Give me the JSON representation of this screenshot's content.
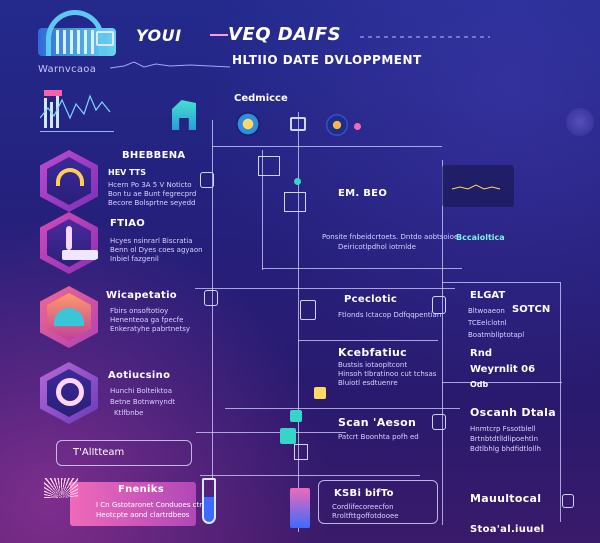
{
  "header": {
    "brand_left": "YOUI",
    "brand_right": "VEQ DAIFS",
    "subtitle": "HLTIIO DATE DVLOPPMENT",
    "wave_text": "Warnvcaoa"
  },
  "center_top": {
    "label": "Cedmicce"
  },
  "left_items": [
    {
      "title": "BHEBBENA",
      "lines": [
        "HEV TTS",
        "Hcern Po 3A 5 V Noticto",
        "Bon tu ae Bunt fegrecprd",
        "Becore Bolsprtne seyedd"
      ]
    },
    {
      "title": "FTIAO",
      "lines": [
        "Hcyes nsinrarl Biscratia",
        "Benn ol Dyes coes agyaon",
        "Inbiel fazgenil"
      ]
    },
    {
      "title": "Wicapetatio",
      "lines": [
        "Fbirs onsoftotioy",
        "Henenteoa ga fpecfe",
        "Enkeratyhe pabrtnetsy"
      ]
    },
    {
      "title": "Aotiucsino",
      "lines": [
        "Hunchi Bolteiktoa",
        "Betne Botnwnyndt",
        "Ktlfbnbe"
      ]
    }
  ],
  "left_button": "T'AlItteam",
  "bottom_left": {
    "title": "Fneniks",
    "lines": [
      "I Cn Gstotaronet Conduoes ctrn",
      "Heotcpte aond clartrdbeos"
    ]
  },
  "center": {
    "em_label": "EM. BEO",
    "row1": "Ponsite fnbeidcrtoets. Dntdo aobtsoioe",
    "row1b": "Deiricotlpdhol iotrnlde",
    "tag_teal": "Bccaioltica",
    "proto_title": "Pceclotic",
    "proto_line": "Ftlonds Ictacop Ddfqqpentian",
    "kc_title": "Kcebfatiuc",
    "kc_lines": [
      "Bustsis iotaopltcont",
      "Hinsoh tIbratinoo cut tchsas",
      "Bluiotl esdtuenre"
    ],
    "sr_title": "Scan 'Aeson",
    "sr_line": "Patcrt Boonhta pofh ed",
    "ks_title": "KSBi bifTo",
    "ks_lines": [
      "Cordlifecoreecfon",
      "Rroltfttgoffotdooee"
    ]
  },
  "right_items": {
    "top_tag": "ELGAT",
    "top_lines": [
      "Bltwoaeon",
      "TCEelclotnl",
      "Boatmbllptotapl"
    ],
    "sotcn": "SOTCN",
    "rnd": "Rnd",
    "vey": "Weyrnlit 06",
    "od": "Odb",
    "oscan_title": "Oscanh Dtala",
    "oscan_lines": [
      "Hnmtcrp Fssotblell",
      "Brtnbtdtlldlipoehtln",
      "Bdtlbhlg bhdfidtlollh"
    ],
    "multi": "Mauultocal",
    "stoa": "Stoa'al.iuuel"
  },
  "colors": {
    "bg_top": "#232a8c",
    "bg_bottom": "#3a1a6a",
    "accent_teal": "#35d6c8",
    "accent_pink": "#f26bb8",
    "accent_orange": "#ffb14a",
    "accent_yellow": "#ffd865"
  }
}
